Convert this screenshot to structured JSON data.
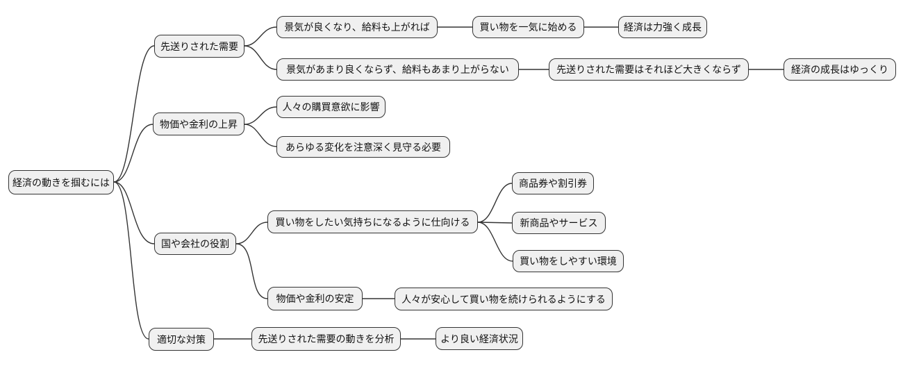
{
  "diagram": {
    "type": "mindmap",
    "title": "経済の動きを掴むには",
    "colors": {
      "background": "#ffffff",
      "node_fill": "#f0f0f0",
      "node_border": "#333333",
      "edge_line": "#333333",
      "text": "#111111"
    }
  },
  "nodes": {
    "root": "経済の動きを掴むには",
    "a": "先送りされた需要",
    "a1": "景気が良くなり、給料も上がれば",
    "a1a": "買い物を一気に始める",
    "a1b": "経済は力強く成長",
    "a2": "景気があまり良くならず、給料もあまり上がらない",
    "a2a": "先送りされた需要はそれほど大きくならず",
    "a2b": "経済の成長はゆっくり",
    "b": "物価や金利の上昇",
    "b1": "人々の購買意欲に影響",
    "b2": "あらゆる変化を注意深く見守る必要",
    "c": "国や会社の役割",
    "c1": "買い物をしたい気持ちになるように仕向ける",
    "c1a": "商品券や割引券",
    "c1b": "新商品やサービス",
    "c1c": "買い物をしやすい環境",
    "c2": "物価や金利の安定",
    "c2a": "人々が安心して買い物を続けられるようにする",
    "d": "適切な対策",
    "d1": "先送りされた需要の動きを分析",
    "d1a": "より良い経済状況"
  },
  "edges": [
    [
      "root",
      "a"
    ],
    [
      "root",
      "b"
    ],
    [
      "root",
      "c"
    ],
    [
      "root",
      "d"
    ],
    [
      "a",
      "a1"
    ],
    [
      "a1",
      "a1a"
    ],
    [
      "a1a",
      "a1b"
    ],
    [
      "a",
      "a2"
    ],
    [
      "a2",
      "a2a"
    ],
    [
      "a2a",
      "a2b"
    ],
    [
      "b",
      "b1"
    ],
    [
      "b",
      "b2"
    ],
    [
      "c",
      "c1"
    ],
    [
      "c1",
      "c1a"
    ],
    [
      "c1",
      "c1b"
    ],
    [
      "c1",
      "c1c"
    ],
    [
      "c",
      "c2"
    ],
    [
      "c2",
      "c2a"
    ],
    [
      "d",
      "d1"
    ],
    [
      "d1",
      "d1a"
    ]
  ]
}
